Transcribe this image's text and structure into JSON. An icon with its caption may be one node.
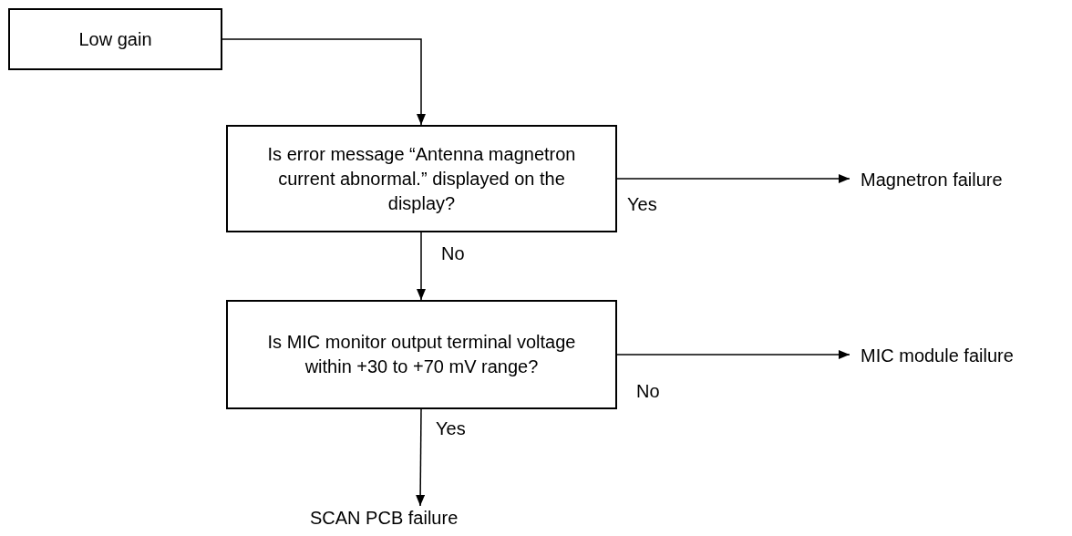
{
  "diagram": {
    "nodes": [
      {
        "text": [
          "Low gain"
        ]
      },
      {
        "text": [
          "Is error message “Antenna magnetron current abnormal.” displayed on the display?"
        ]
      },
      {
        "text": [
          "Magnetron failure"
        ]
      },
      {
        "text": [
          "Is MIC monitor output terminal voltage within +30 to +70 mV range?"
        ]
      },
      {
        "text": [
          "MIC module failure"
        ]
      },
      {
        "text": [
          "SCAN PCB failure"
        ]
      }
    ],
    "edges": [
      {
        "from": 0,
        "to": 1,
        "arrow": "to"
      },
      {
        "from": 1,
        "to": 2,
        "arrow": "to",
        "label": "Yes"
      },
      {
        "from": 1,
        "to": 3,
        "arrow": "to",
        "label": "No"
      },
      {
        "from": 3,
        "to": 4,
        "arrow": "to",
        "label": "No"
      },
      {
        "from": 3,
        "to": 5,
        "arrow": "to",
        "label": "Yes"
      }
    ]
  }
}
